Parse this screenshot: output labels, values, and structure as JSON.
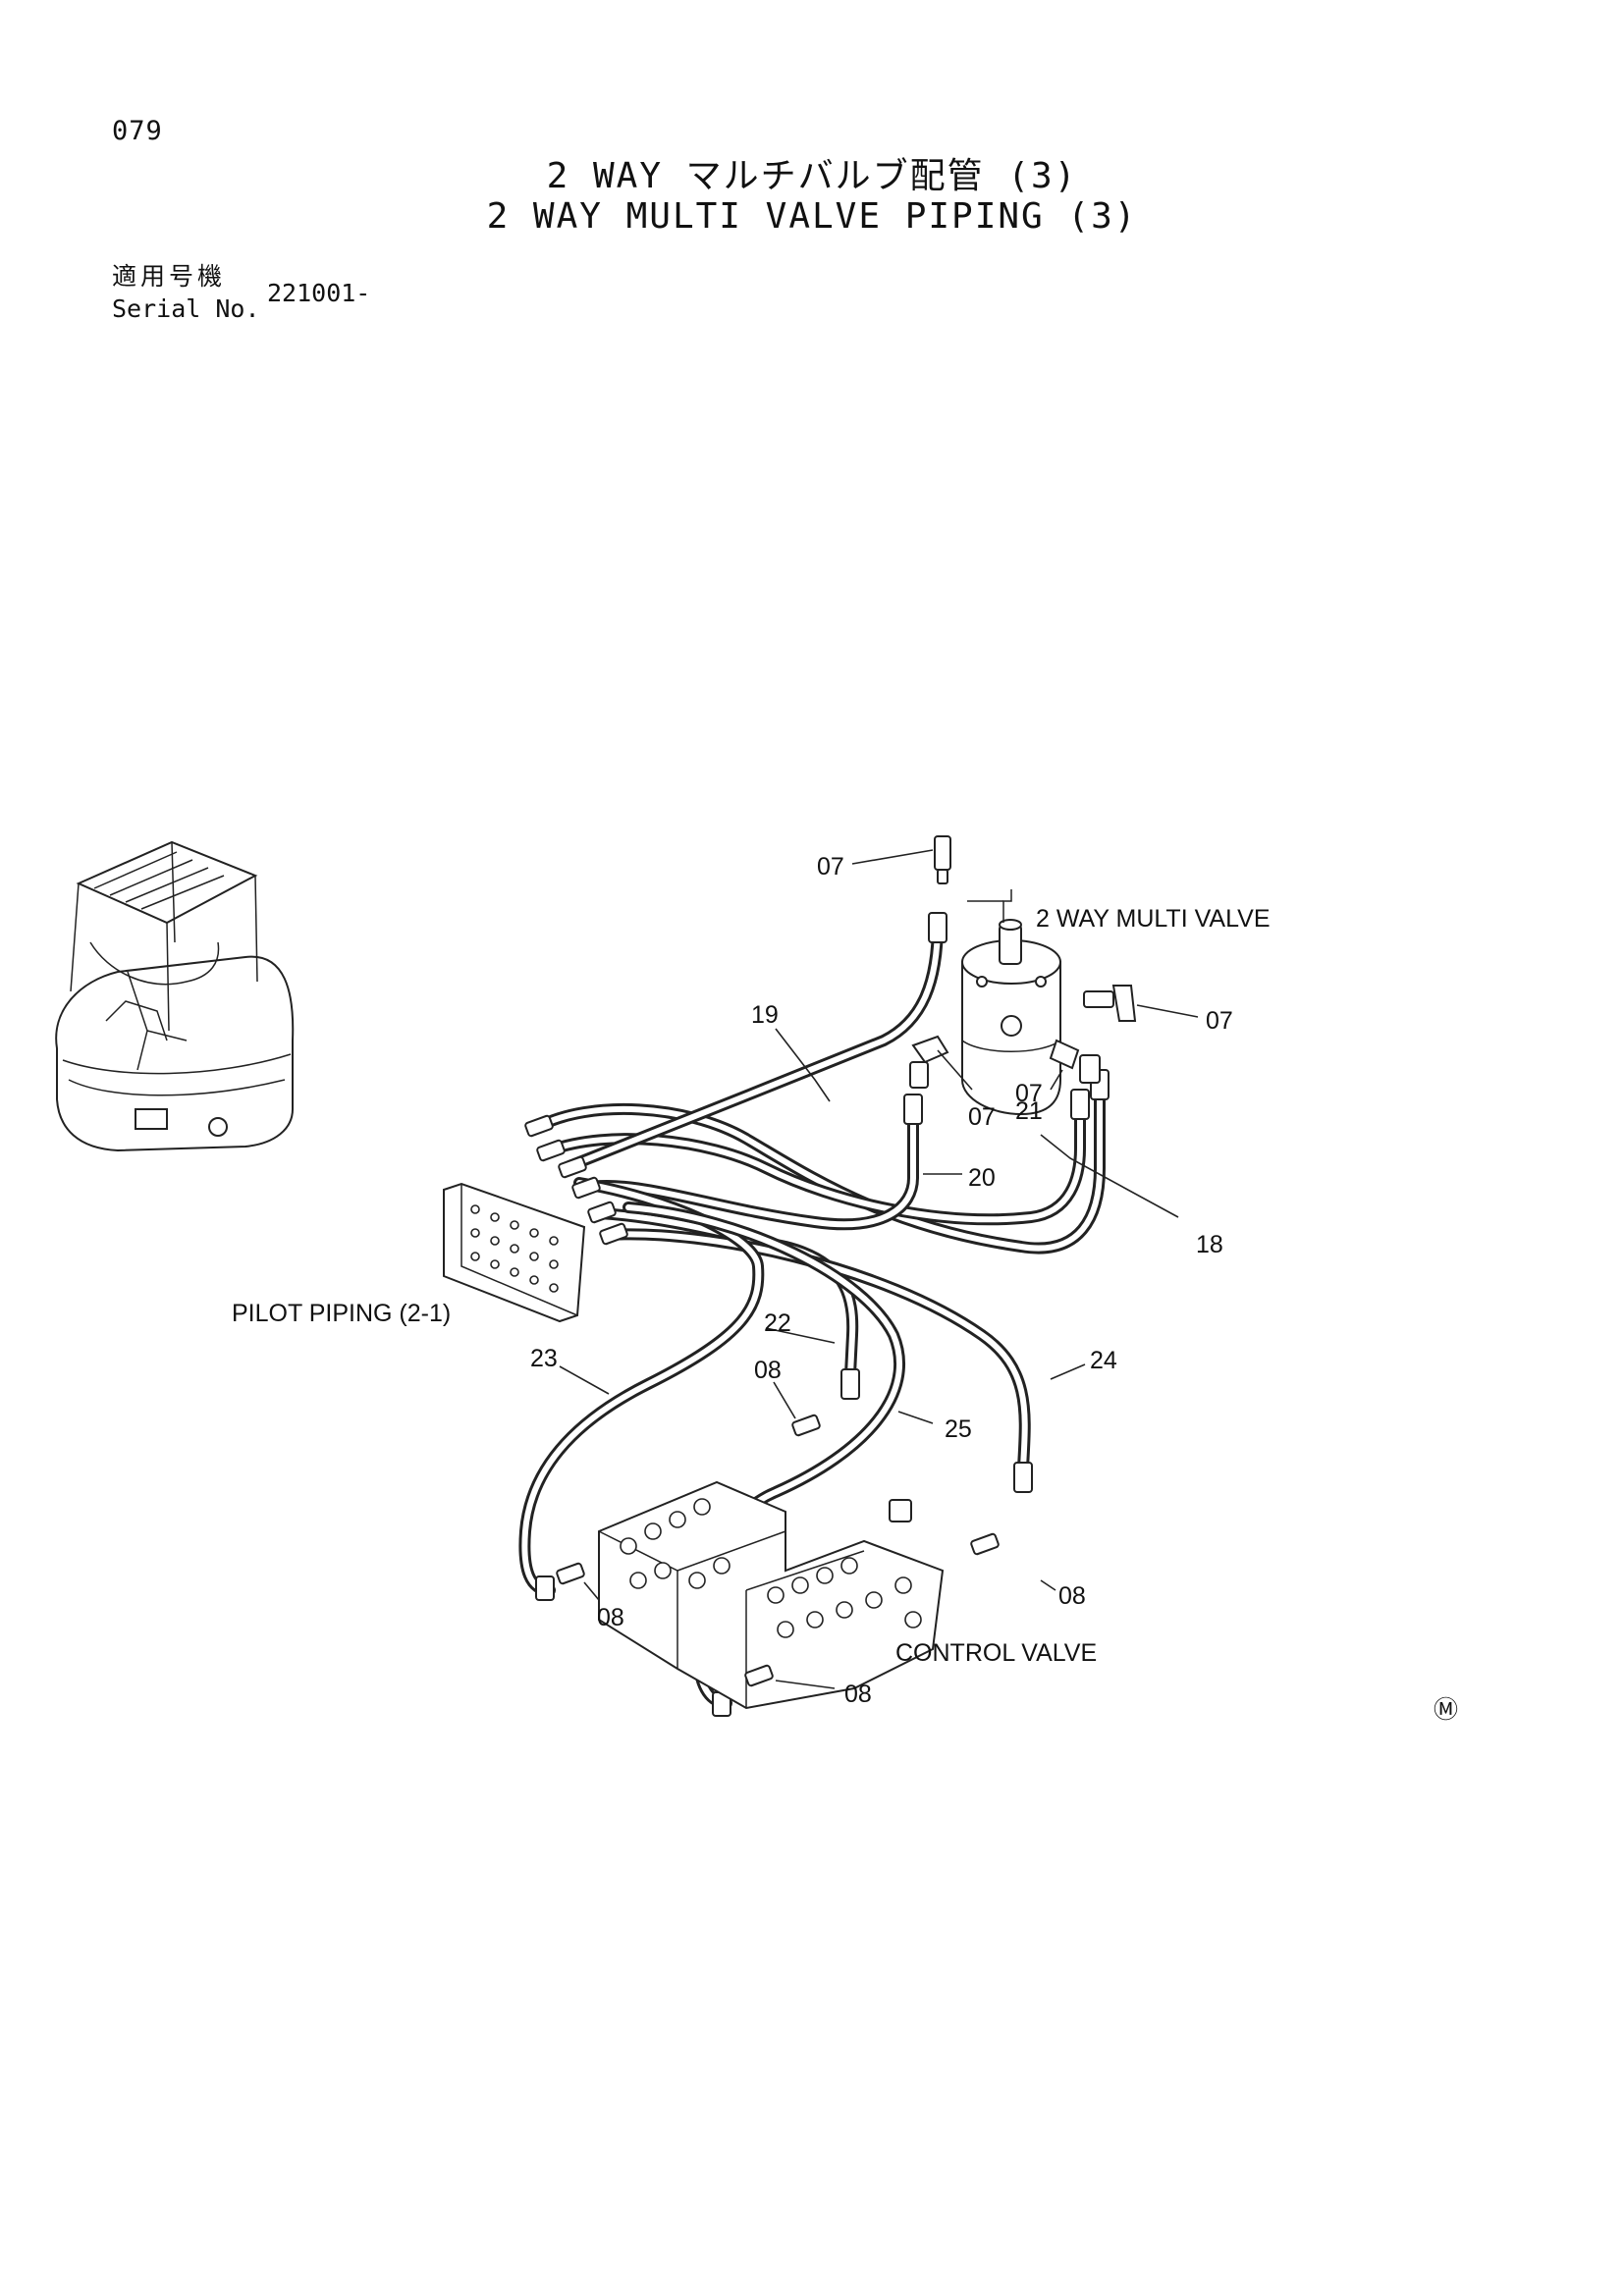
{
  "header": {
    "page_number": "079",
    "title_jp": "2 WAY マルチバルブ配管 (3)",
    "title_en": "2 WAY MULTI VALVE PIPING (3)",
    "serial_label_jp": "適用号機",
    "serial_label_en": "Serial No.",
    "serial_value": "221001-"
  },
  "diagram": {
    "components": {
      "multi_valve": "2 WAY MULTI VALVE",
      "pilot_piping": "PILOT PIPING (2-1)",
      "control_valve": "CONTROL VALVE"
    },
    "part_labels": {
      "p07_top": "07",
      "p07_right": "07",
      "p07_left": "07",
      "p07_mid": "07",
      "p19": "19",
      "p20": "20",
      "p21": "21",
      "p18": "18",
      "p22": "22",
      "p23": "23",
      "p24": "24",
      "p25": "25",
      "p08_a": "08",
      "p08_b": "08",
      "p08_c": "08",
      "p08_d": "08"
    },
    "corner_mark": "Ⓜ"
  }
}
